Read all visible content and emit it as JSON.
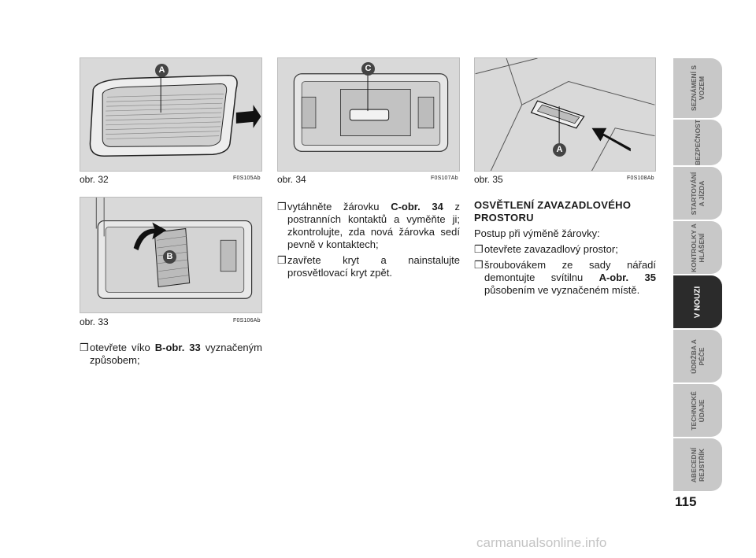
{
  "figures": [
    {
      "caption": "obr. 32",
      "code": "F0S105Ab",
      "callout": "A"
    },
    {
      "caption": "obr. 33",
      "code": "F0S106Ab",
      "callout": "B"
    },
    {
      "caption": "obr. 34",
      "code": "F0S107Ab",
      "callout": "C"
    },
    {
      "caption": "obr. 35",
      "code": "F0S108Ab",
      "callout": "A"
    }
  ],
  "column1": {
    "bullet1_text": "otevřete víko ",
    "bullet1_ref": "B-obr. 33",
    "bullet1_tail": " vyznačeným způsobem;"
  },
  "column2": {
    "bullet1_text": "vytáhněte žárovku ",
    "bullet1_ref": "C-obr. 34",
    "bullet1_tail": " z postranních kontaktů a vyměňte ji; zkontrolujte, zda nová žárovka sedí pevně v kontaktech;",
    "bullet2_text": "zavřete kryt a nainstalujte prosvětlovací kryt zpět."
  },
  "column3": {
    "heading": "OSVĚTLENÍ ZAVAZADLOVÉHO PROSTORU",
    "intro": "Postup při výměně žárovky:",
    "bullet1_text": "otevřete zavazadlový prostor;",
    "bullet2_text": "šroubovákem ze sady nářadí demontujte svítilnu ",
    "bullet2_ref": "A-obr. 35",
    "bullet2_tail": " působením ve vyznačeném místě."
  },
  "bullet_glyph": "❒",
  "tabs": [
    {
      "label": "SEZNÁMENÍ S VOZEM",
      "active": false
    },
    {
      "label": "BEZPEČNOST",
      "active": false
    },
    {
      "label": "STARTOVÁNÍ A JÍZDA",
      "active": false
    },
    {
      "label": "KONTROLKY A HLÁŠENÍ",
      "active": false
    },
    {
      "label": "V NOUZI",
      "active": true
    },
    {
      "label": "ÚDRŽBA A PÉČE",
      "active": false
    },
    {
      "label": "TECHNICKÉ ÚDAJE",
      "active": false
    },
    {
      "label": "ABECEDNÍ REJSTŘÍK",
      "active": false
    }
  ],
  "page_number": "115",
  "watermark": "carmanualsonline.info"
}
